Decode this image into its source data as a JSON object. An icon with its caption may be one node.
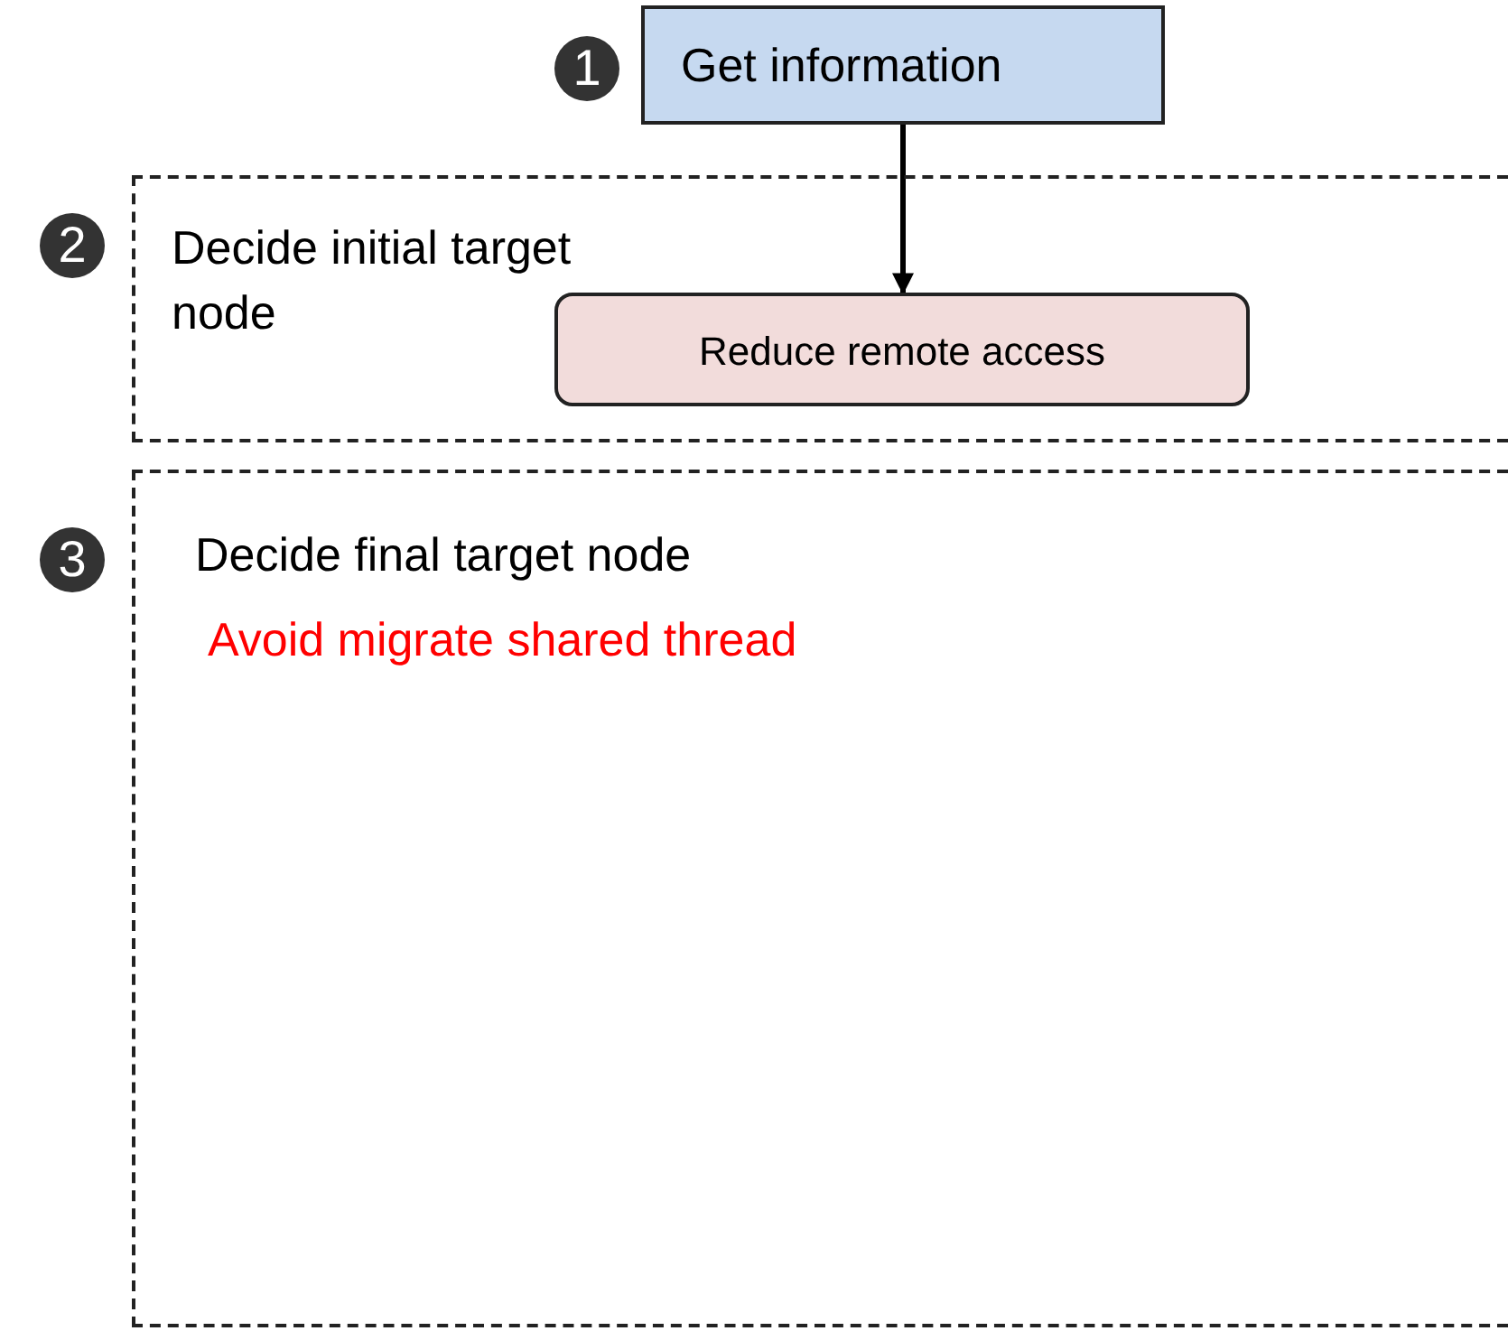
{
  "diagram": {
    "nodes": [
      {
        "text": [
          "Get information"
        ],
        "beside": [
          "1"
        ]
      },
      {
        "text": [
          "Decide initial target node"
        ],
        "beside": [
          "2"
        ]
      },
      {
        "text": [
          "Reduce remote access"
        ],
        "in": 1
      },
      {
        "text": [
          "Decide final target node",
          "Avoid migrate shared thread"
        ],
        "beside": [
          "3"
        ]
      }
    ],
    "edges": [
      {
        "from": 0,
        "to": 2,
        "arrow": "to"
      }
    ]
  }
}
